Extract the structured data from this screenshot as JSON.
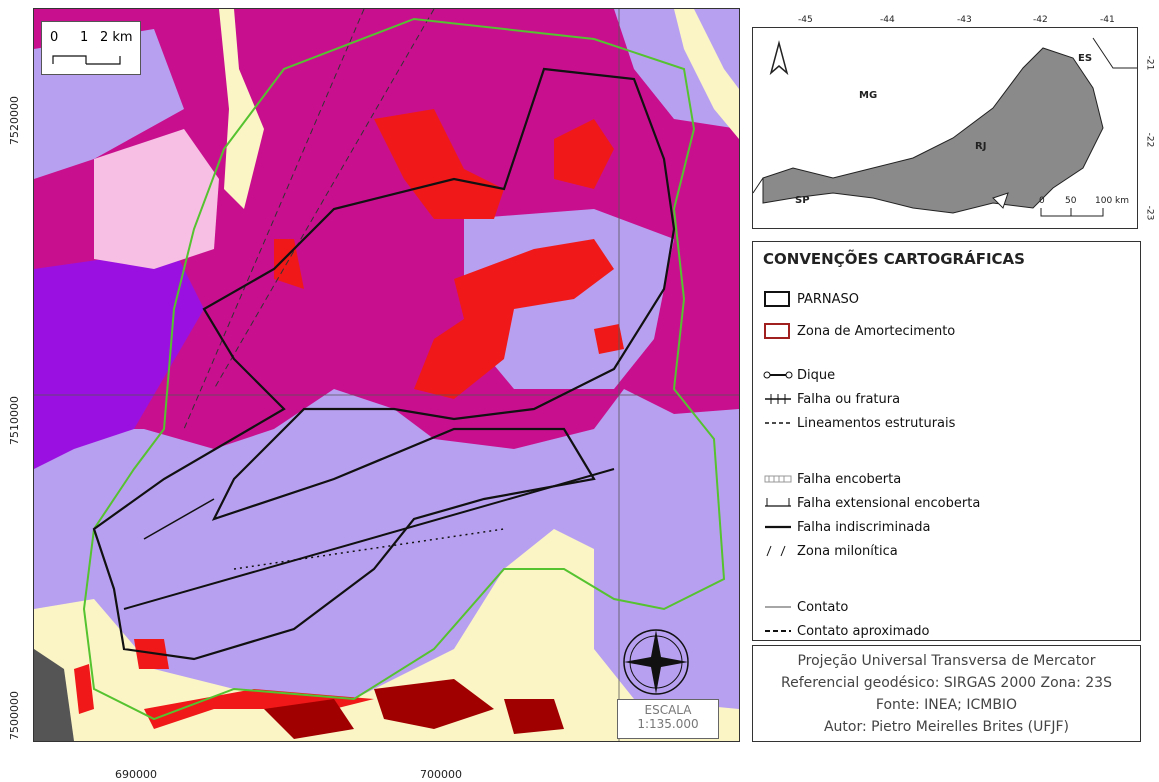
{
  "main_map": {
    "x_ticks": [
      "690000",
      "700000"
    ],
    "y_ticks": [
      "7520000",
      "7510000",
      "7500000"
    ],
    "scalebar": {
      "labels": [
        "0",
        "1",
        "2 km"
      ]
    },
    "escala": {
      "title": "ESCALA",
      "value": "1:135.000"
    }
  },
  "inset_map": {
    "x_ticks": [
      "-45",
      "-44",
      "-43",
      "-42",
      "-41"
    ],
    "y_ticks": [
      "-21",
      "-22",
      "-23"
    ],
    "states": [
      "MG",
      "ES",
      "RJ",
      "SP"
    ],
    "scalebar": [
      "0",
      "50",
      "100 km"
    ]
  },
  "legend": {
    "title": "CONVENÇÕES CARTOGRÁFICAS",
    "items": [
      {
        "label": "PARNASO",
        "symbol": "black-box"
      },
      {
        "label": "Zona de Amortecimento",
        "symbol": "red-box"
      },
      {
        "label": "Dique",
        "symbol": "dike-line"
      },
      {
        "label": "Falha ou fratura",
        "symbol": "fault-ticks"
      },
      {
        "label": "Lineamentos estruturais",
        "symbol": "dashed-line"
      },
      {
        "label": "Falha encoberta",
        "symbol": "hatched-line"
      },
      {
        "label": "Falha extensional encoberta",
        "symbol": "ext-fault"
      },
      {
        "label": "Falha indiscriminada",
        "symbol": "solid-line"
      },
      {
        "label": "Zona milonítica",
        "symbol": "slashes"
      },
      {
        "label": "Contato",
        "symbol": "gray-line"
      },
      {
        "label": "Contato aproximado",
        "symbol": "dashed-dark"
      }
    ]
  },
  "info": {
    "lines": [
      "Projeção Universal Transversa de Mercator",
      "Referencial geodésico: SIRGAS 2000 Zona: 23S",
      "Fonte: INEA; ICMBIO",
      "Autor: Pietro Meirelles Brites (UFJF)"
    ]
  },
  "colors": {
    "magenta": "#c8108e",
    "lavender": "#b8a0f0",
    "pink": "#f7bfe3",
    "purple": "#9a10e0",
    "cream": "#fbf5c6",
    "red": "#f01818",
    "darkred": "#a00000",
    "green": "#55c22f",
    "rj_gray": "#8a8a8a"
  }
}
